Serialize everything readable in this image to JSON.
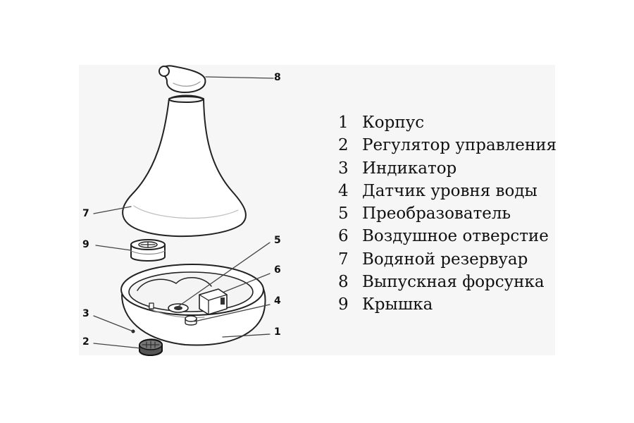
{
  "callouts": [
    "1",
    "2",
    "3",
    "4",
    "5",
    "6",
    "7",
    "8",
    "9"
  ],
  "legend": [
    {
      "number": "1",
      "label": "Корпус"
    },
    {
      "number": "2",
      "label": "Регулятор управления"
    },
    {
      "number": "3",
      "label": "Индикатор"
    },
    {
      "number": "4",
      "label": "Датчик уровня воды"
    },
    {
      "number": "5",
      "label": "Преобразователь"
    },
    {
      "number": "6",
      "label": "Воздушное отверстие"
    },
    {
      "number": "7",
      "label": "Водяной резервуар"
    },
    {
      "number": "8",
      "label": "Выпускная форсунка"
    },
    {
      "number": "9",
      "label": "Крышка"
    }
  ]
}
